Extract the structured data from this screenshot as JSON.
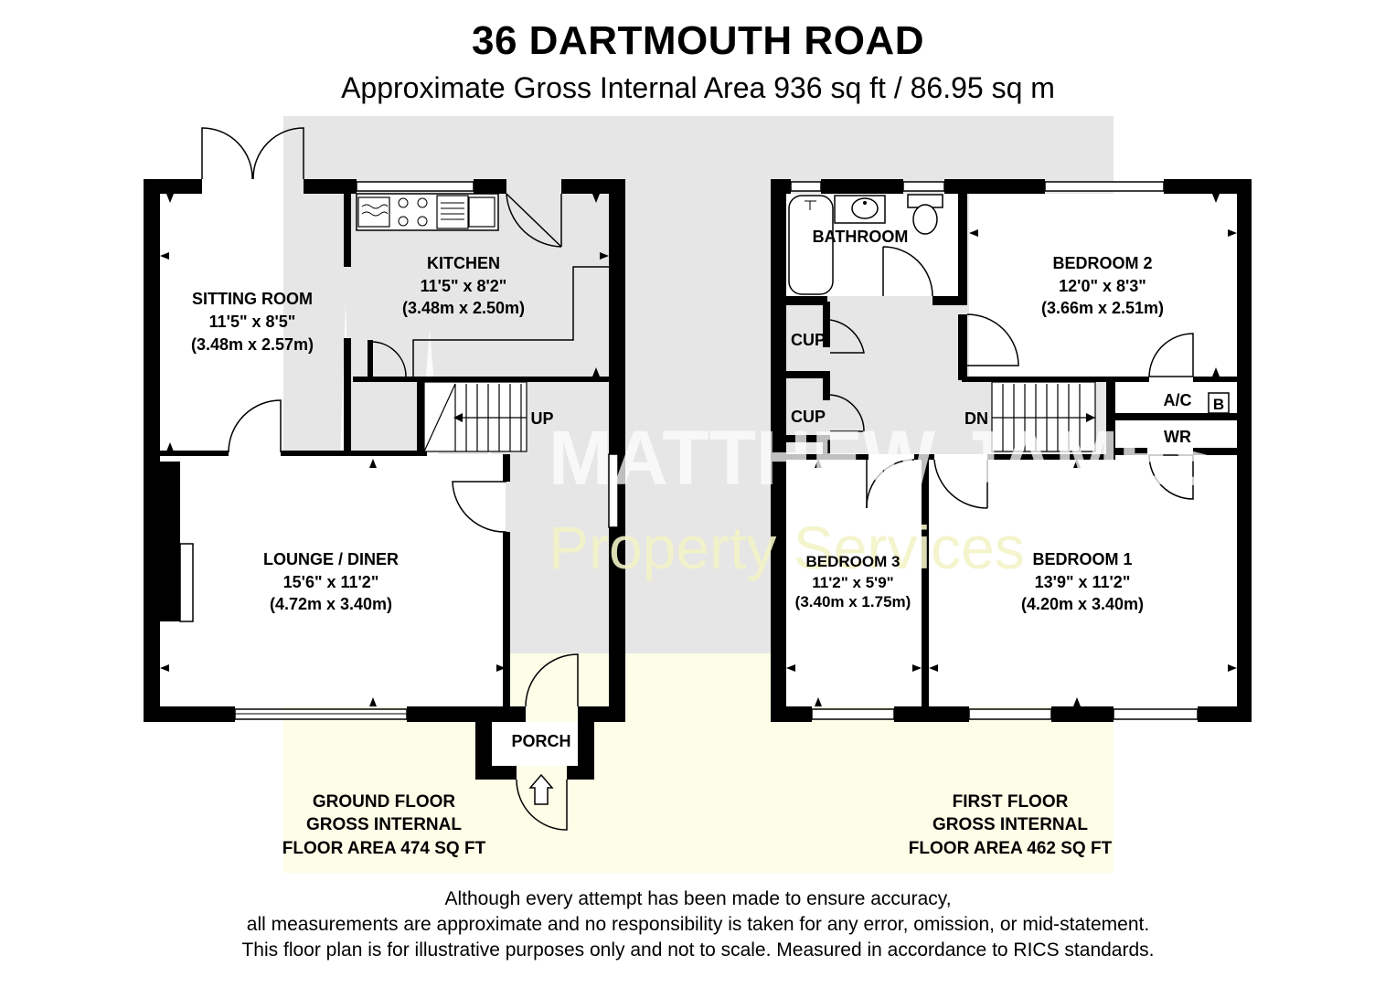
{
  "title": "36 DARTMOUTH ROAD",
  "subtitle": "Approximate Gross Internal Area 936 sq ft / 86.95 sq m",
  "watermark": {
    "line1": "MATTHEW JAMES",
    "line2": "Property Services"
  },
  "ground_floor": {
    "sitting_room": {
      "name": "SITTING ROOM",
      "imperial": "11'5\" x 8'5\"",
      "metric": "(3.48m x 2.57m)"
    },
    "kitchen": {
      "name": "KITCHEN",
      "imperial": "11'5\" x 8'2\"",
      "metric": "(3.48m x 2.50m)"
    },
    "lounge": {
      "name": "LOUNGE / DINER",
      "imperial": "15'6\" x 11'2\"",
      "metric": "(4.72m x 3.40m)"
    },
    "porch": {
      "name": "PORCH"
    },
    "stairs_label": "UP",
    "footer": [
      "GROUND FLOOR",
      "GROSS INTERNAL",
      "FLOOR AREA 474 SQ FT"
    ]
  },
  "first_floor": {
    "bathroom": {
      "name": "BATHROOM"
    },
    "bedroom2": {
      "name": "BEDROOM 2",
      "imperial": "12'0\" x 8'3\"",
      "metric": "(3.66m x 2.51m)"
    },
    "bedroom3": {
      "name": "BEDROOM 3",
      "imperial": "11'2\" x 5'9\"",
      "metric": "(3.40m x 1.75m)"
    },
    "bedroom1": {
      "name": "BEDROOM 1",
      "imperial": "13'9\" x 11'2\"",
      "metric": "(4.20m x 3.40m)"
    },
    "cup1": "CUP",
    "cup2": "CUP",
    "ac": "A/C",
    "boiler": "B",
    "wr": "WR",
    "stairs_label": "DN",
    "footer": [
      "FIRST FLOOR",
      "GROSS INTERNAL",
      "FLOOR AREA 462 SQ FT"
    ]
  },
  "disclaimer": [
    "Although every attempt has been made to ensure accuracy,",
    "all measurements are approximate and no responsibility is taken for any error, omission, or mid-statement.",
    "This floor plan is for illustrative purposes only and not to scale. Measured in accordance to RICS standards."
  ],
  "colors": {
    "wall": "#000000",
    "watermark_grey": "#e6e6e6",
    "watermark_yellow": "#fdfde8"
  }
}
